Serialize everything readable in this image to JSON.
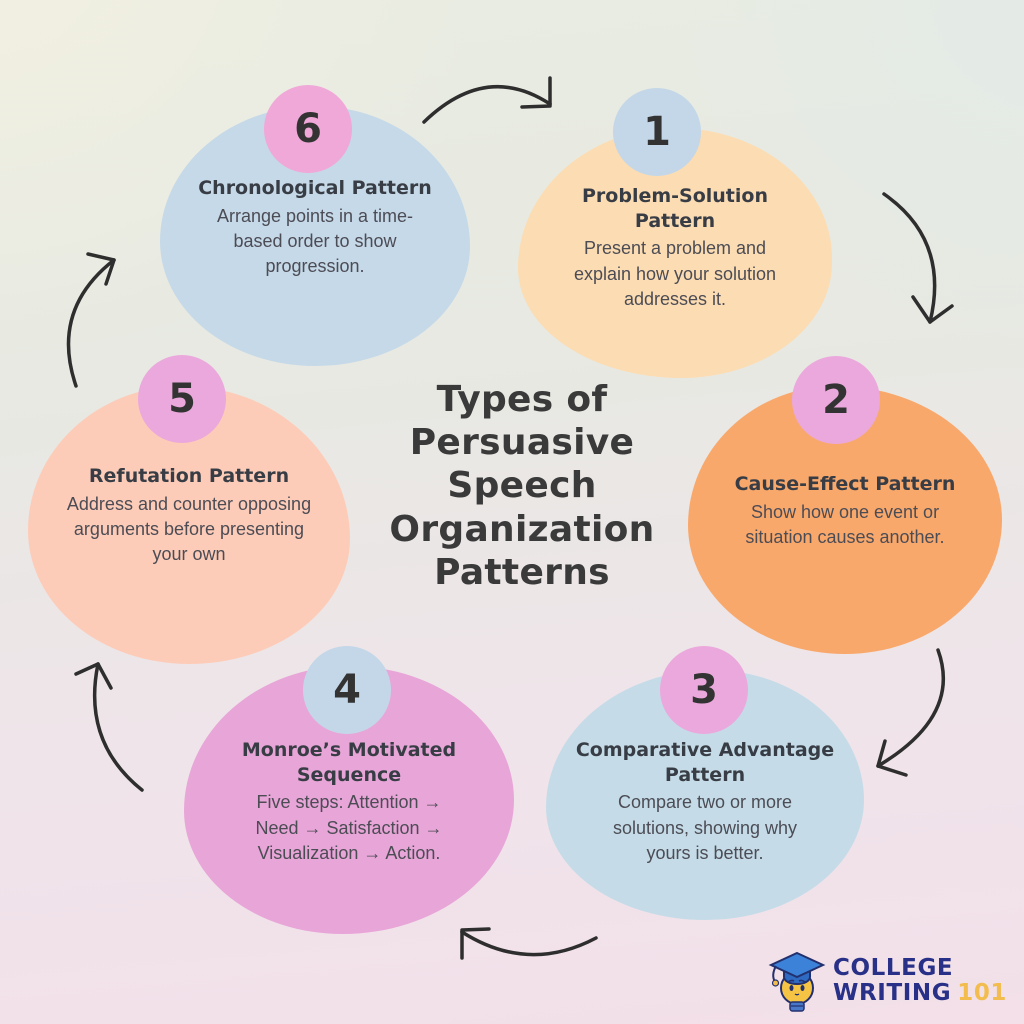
{
  "center_title": "Types of Persuasive Speech Organization Patterns",
  "items": [
    {
      "number": "1",
      "title": "Problem-Solution Pattern",
      "description": "Present a problem and explain how your solution addresses it.",
      "blob_color": "#fcdcb2",
      "badge_color": "#c3d7e8"
    },
    {
      "number": "2",
      "title": "Cause-Effect Pattern",
      "description": "Show how one event or situation causes another.",
      "blob_color": "#f9a86c",
      "badge_color": "#eba8dc"
    },
    {
      "number": "3",
      "title": "Comparative Advantage Pattern",
      "description": "Compare two or more solutions, showing why yours is better.",
      "blob_color": "#c5dce8",
      "badge_color": "#eba8dc"
    },
    {
      "number": "4",
      "title": "Monroe’s Motivated Sequence",
      "description": "Five steps: Attention → Need → Satisfaction → Visualization → Action.",
      "blob_color": "#e8a5d8",
      "badge_color": "#c3d7e8"
    },
    {
      "number": "5",
      "title": "Refutation Pattern",
      "description": "Address and counter opposing arguments before presenting your own",
      "blob_color": "#fdccb8",
      "badge_color": "#eba8dc"
    },
    {
      "number": "6",
      "title": "Chronological Pattern",
      "description": "Arrange points in a time-based order to show progression.",
      "blob_color": "#c6d9e8",
      "badge_color": "#f0a8d8"
    }
  ],
  "logo": {
    "line1": "COLLEGE",
    "line2": "WRITING",
    "number": "101",
    "brand_color": "#283087",
    "number_color": "#f2bd4e"
  },
  "colors": {
    "title_text": "#3a3a3a",
    "arrow": "#2e2e2e"
  }
}
